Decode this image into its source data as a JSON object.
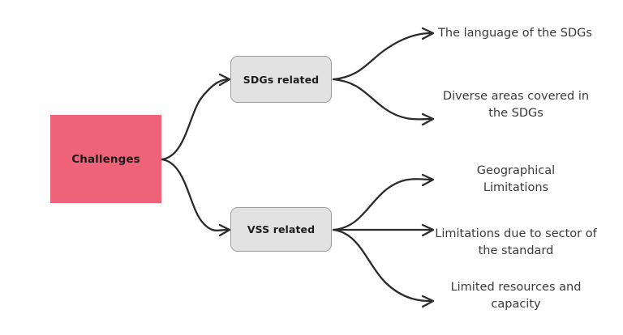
{
  "diagram": {
    "type": "mind-map",
    "title": "Challenges",
    "background_color": "#ffffff",
    "root": {
      "label": "Challenges",
      "fill_color": "#ef6378",
      "text_color": "#1c1c1c",
      "shape": "rectangle"
    },
    "branches": [
      {
        "label": "SDGs related",
        "fill_color": "#e2e2e2",
        "border_color": "#9e9e9e",
        "text_color": "#1c1c1c",
        "shape": "rounded-rectangle",
        "leaves": [
          {
            "label": "The language of the SDGs"
          },
          {
            "label": "Diverse areas covered in the SDGs"
          }
        ]
      },
      {
        "label": "VSS related",
        "fill_color": "#e2e2e2",
        "border_color": "#9e9e9e",
        "text_color": "#1c1c1c",
        "shape": "rounded-rectangle",
        "leaves": [
          {
            "label": "Geographical Limitations"
          },
          {
            "label": "Limitations due to sector of the standard"
          },
          {
            "label": "Limited resources and capacity"
          }
        ]
      }
    ],
    "connector": {
      "color": "#2b2b2b",
      "style": "curved-arrow",
      "arrowhead": "open-v"
    }
  }
}
